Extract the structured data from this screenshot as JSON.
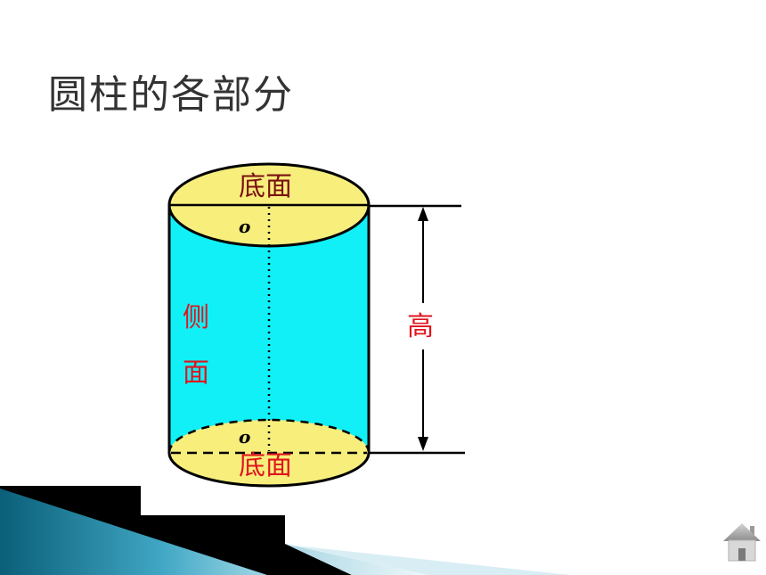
{
  "title": "圆柱的各部分",
  "labels": {
    "top_base": "底面",
    "bottom_base": "底面",
    "center_top": "o",
    "center_bottom": "o",
    "side_char1": "侧",
    "side_char2": "面",
    "height": "高"
  },
  "colors": {
    "base_fill": "#f7ee7c",
    "side_fill": "#10f0f6",
    "label_red": "#e0141e",
    "title": "#333333"
  },
  "icons": {
    "home": "home-icon"
  }
}
